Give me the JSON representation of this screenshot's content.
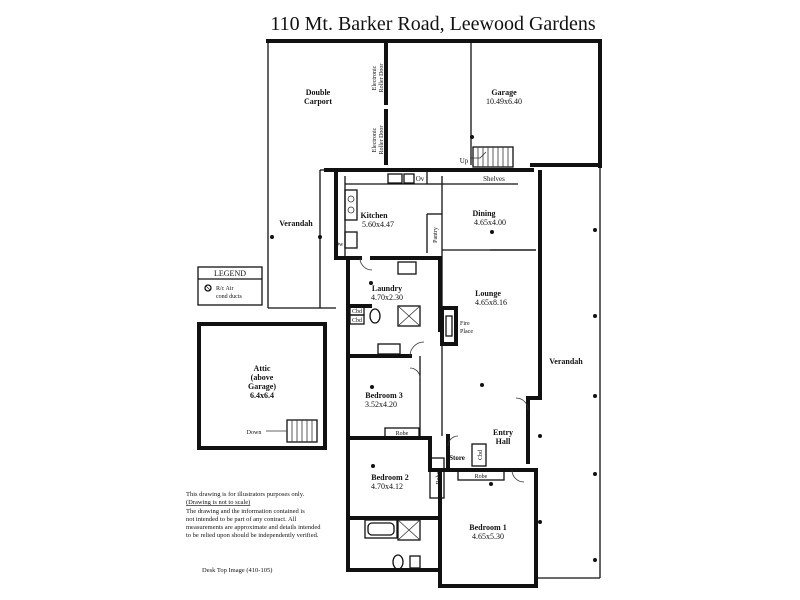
{
  "title": "110 Mt. Barker Road,  Leewood Gardens",
  "rooms": {
    "double_carport": [
      "Double",
      "Carport"
    ],
    "garage": [
      "Garage",
      "10.49x6.40"
    ],
    "kitchen": [
      "Kitchen",
      "5.60x4.47"
    ],
    "dining": [
      "Dining",
      "4.65x4.00"
    ],
    "laundry": [
      "Laundry",
      "4.70x2.30"
    ],
    "lounge": [
      "Lounge",
      "4.65x8.16"
    ],
    "bedroom3": [
      "Bedroom 3",
      "3.52x4.20"
    ],
    "bedroom2": [
      "Bedroom 2",
      "4.70x4.12"
    ],
    "bedroom1": [
      "Bedroom 1",
      "4.65x5.30"
    ],
    "entry_hall": [
      "Entry",
      "Hall"
    ],
    "attic": [
      "Attic",
      "(above",
      "Garage)",
      "6.4x6.4"
    ]
  },
  "labels": {
    "electronic_roller_door": [
      "Electronic",
      "Roller Door"
    ],
    "verandah": "Verandah",
    "shelves": "Shelves",
    "ov": "Ov",
    "dw": "Dw",
    "pantry": "Pantry",
    "fire_place": [
      "Fire",
      "Place"
    ],
    "cbd": "Cbd",
    "robe": "Robe",
    "store": "Store",
    "up": "Up",
    "down": "Down"
  },
  "legend": {
    "title": "LEGEND",
    "item": [
      "R/c Air",
      "cond ducts"
    ]
  },
  "disclaimer": [
    "This drawing is for illustrators purposes only.",
    "(Drawing is not to scale)",
    "The drawing and the information contained is",
    "not intended to be part of any contract.  All",
    "measurements are approximate and details intended",
    "to be relied upon should be independently verified."
  ],
  "credit": "Desk Top Image   (410-105)"
}
